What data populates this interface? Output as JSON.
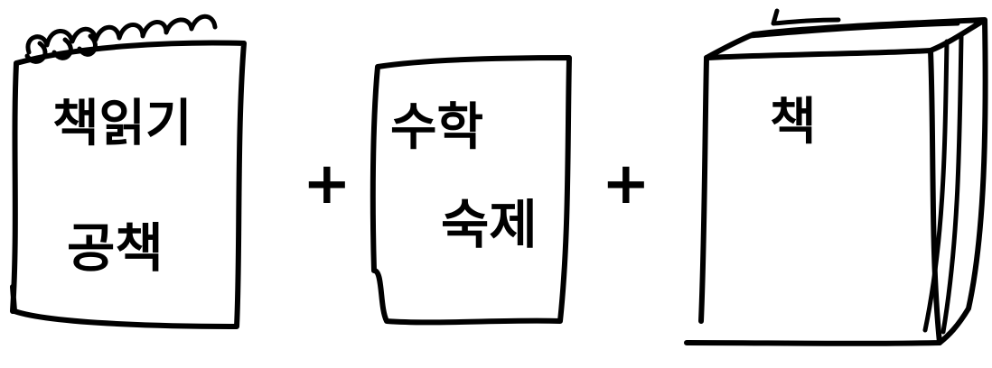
{
  "items": [
    {
      "lines": [
        "책읽기",
        "공책"
      ]
    },
    {
      "lines": [
        "수학",
        "숙제"
      ]
    },
    {
      "lines": [
        "책"
      ]
    }
  ],
  "operators": [
    "+",
    "+"
  ],
  "colors": {
    "ink": "#000000",
    "background": "#ffffff"
  },
  "icons": [
    "spiral-notebook-icon",
    "homework-sheet-icon",
    "thick-book-icon"
  ]
}
